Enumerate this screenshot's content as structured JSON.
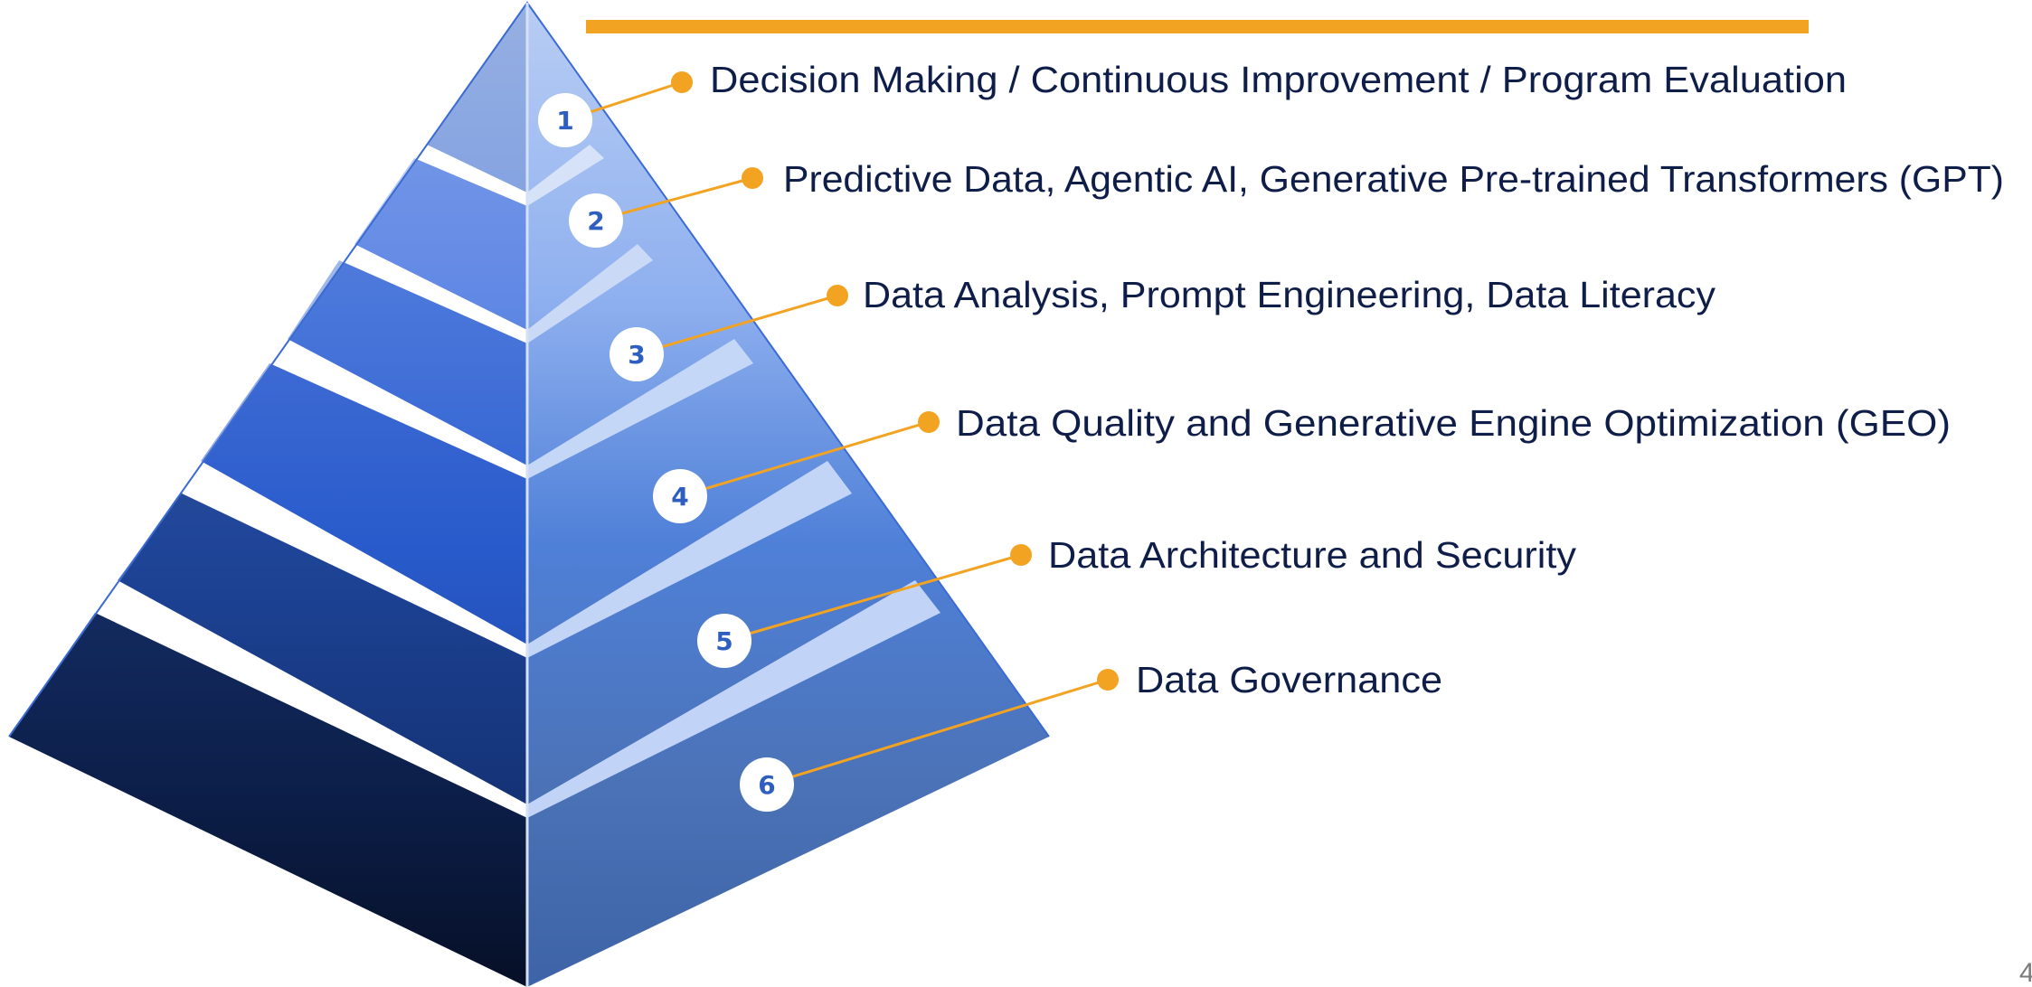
{
  "colors": {
    "accent_orange": "#f2a322",
    "label_text": "#0f1e49",
    "badge_text": "#2d5ec0",
    "pyramid_top": "#9db5e6",
    "pyramid_mid": "#3266d2",
    "pyramid_base": "#0a1530"
  },
  "diagram": {
    "type": "pyramid",
    "tiers": [
      {
        "number": "1",
        "label": "Decision Making / Continuous Improvement / Program Evaluation"
      },
      {
        "number": "2",
        "label": "Predictive Data, Agentic AI, Generative Pre-trained Transformers (GPT)"
      },
      {
        "number": "3",
        "label": "Data Analysis, Prompt Engineering, Data Literacy"
      },
      {
        "number": "4",
        "label": "Data Quality and Generative Engine Optimization (GEO)"
      },
      {
        "number": "5",
        "label": "Data Architecture and Security"
      },
      {
        "number": "6",
        "label": "Data Governance"
      }
    ]
  },
  "page_number": "4"
}
